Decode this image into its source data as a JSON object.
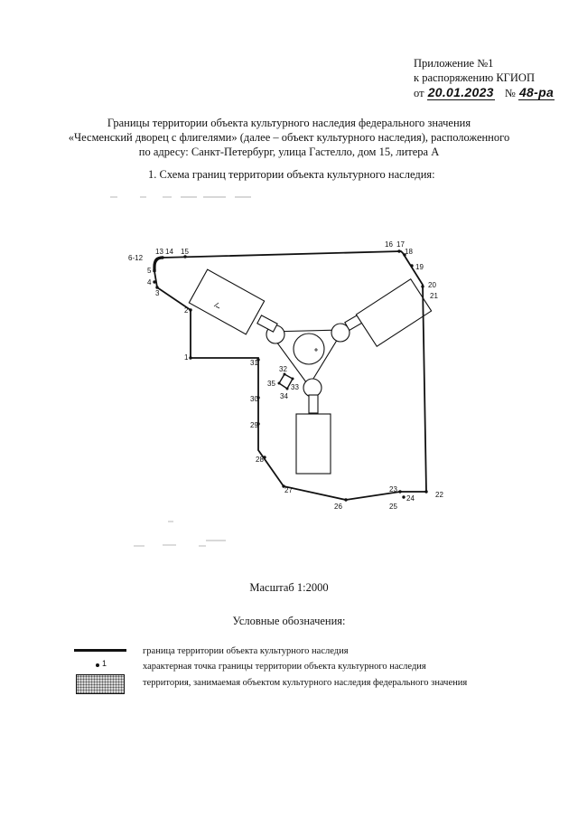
{
  "annex": {
    "title": "Приложение №1",
    "line2": "к распоряжению КГИОП",
    "date_prefix": "от",
    "date": "20.01.2023",
    "number_prefix": "№",
    "number": "48-ра"
  },
  "heading": {
    "line1": "Границы территории объекта культурного наследия федерального значения",
    "line2": "«Чесменский дворец с флигелями» (далее – объект культурного наследия), расположенного",
    "line3": "по адресу: Санкт-Петербург, улица Гастелло, дом 15, литера А"
  },
  "section": {
    "title": "1.   Схема границ территории объекта культурного наследия:"
  },
  "scheme": {
    "point_labels": [
      "6-12",
      "13",
      "14",
      "15",
      "16",
      "17",
      "18",
      "19",
      "20",
      "21",
      "22",
      "23",
      "24",
      "25",
      "26",
      "27",
      "28",
      "29",
      "30",
      "31",
      "32",
      "33",
      "34",
      "35",
      "1",
      "2",
      "3",
      "4",
      "5"
    ]
  },
  "scale": "Масштаб 1:2000",
  "legend": {
    "title": "Условные обозначения:",
    "boundary": "граница территории объекта культурного наследия",
    "point_number": "1",
    "point": "характерная точка границы территории объекта культурного наследия",
    "area": "территория, занимаемая объектом культурного  наследия федерального значения"
  }
}
